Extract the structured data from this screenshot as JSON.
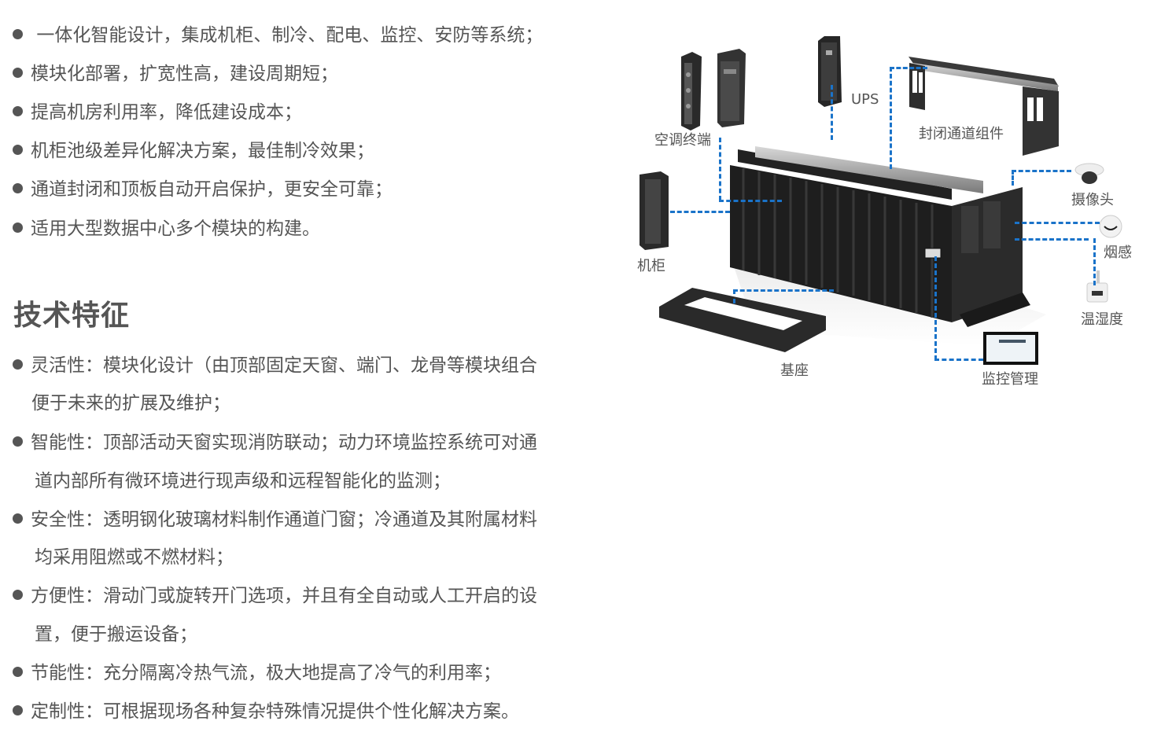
{
  "intro_list": [
    "一体化智能设计，集成机柜、制冷、配电、监控、安防等系统；",
    "模块化部署，扩宽性高，建设周期短；",
    "提高机房利用率，降低建设成本；",
    "机柜池级差异化解决方案，最佳制冷效果；",
    "通道封闭和顶板自动开启保护，更安全可靠；",
    "适用大型数据中心多个模块的构建。"
  ],
  "section_title": "技术特征",
  "features": [
    {
      "line1": "灵活性：模块化设计（由顶部固定天窗、端门、龙骨等模块组合",
      "line2": "便于未来的扩展及维护；"
    },
    {
      "line1": "智能性：顶部活动天窗实现消防联动；动力环境监控系统可对通",
      "line2": "道内部所有微环境进行现声级和远程智能化的监测；"
    },
    {
      "line1": "安全性：透明钢化玻璃材料制作通道门窗；冷通道及其附属材料",
      "line2": "均采用阻燃或不燃材料；"
    },
    {
      "line1": "方便性：滑动门或旋转开门选项，并且有全自动或人工开启的设",
      "line2": "置，便于搬运设备；"
    },
    {
      "line1": "节能性：充分隔离冷热气流，极大地提高了冷气的利用率；"
    },
    {
      "line1": "定制性：可根据现场各种复杂特殊情况提供个性化解决方案。"
    }
  ],
  "diagram": {
    "labels": {
      "ac": "空调终端",
      "ups": "UPS",
      "aisle": "封闭通道组件",
      "rack": "机柜",
      "camera": "摄像头",
      "smoke": "烟感",
      "temp": "温湿度",
      "base": "基座",
      "monitor": "监控管理"
    },
    "line_color": "#1a73c9"
  }
}
